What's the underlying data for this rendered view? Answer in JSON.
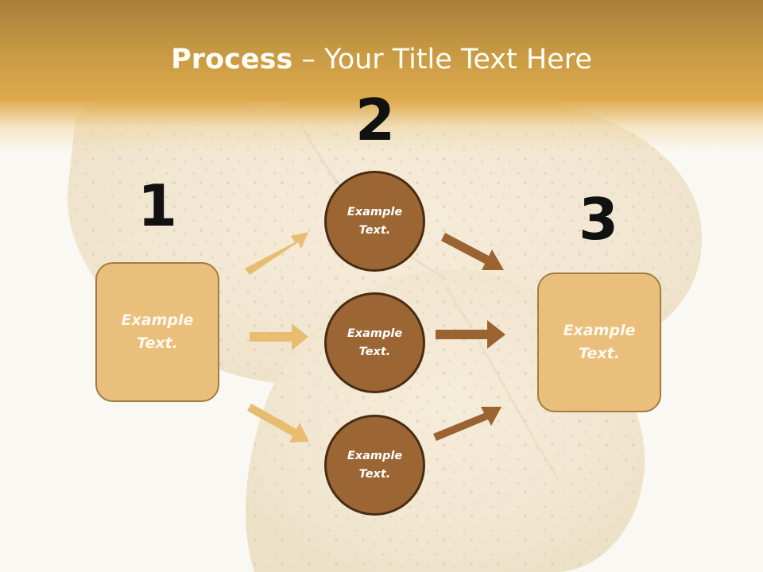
{
  "slide": {
    "title_bold": "Process",
    "title_rest": " – Your Title Text Here",
    "colors": {
      "header": "#ddaa4c",
      "box_fill": "#e9bf7b",
      "circle_fill": "#9c6634",
      "light_arrow": "#e8bd72",
      "dark_arrow": "#9b6331"
    }
  },
  "steps": [
    {
      "number": "1",
      "text_line1": "Example",
      "text_line2": "Text."
    },
    {
      "number": "2",
      "items": [
        {
          "text_line1": "Example",
          "text_line2": "Text."
        },
        {
          "text_line1": "Example",
          "text_line2": "Text."
        },
        {
          "text_line1": "Example",
          "text_line2": "Text."
        }
      ]
    },
    {
      "number": "3",
      "text_line1": "Example",
      "text_line2": "Text."
    }
  ]
}
